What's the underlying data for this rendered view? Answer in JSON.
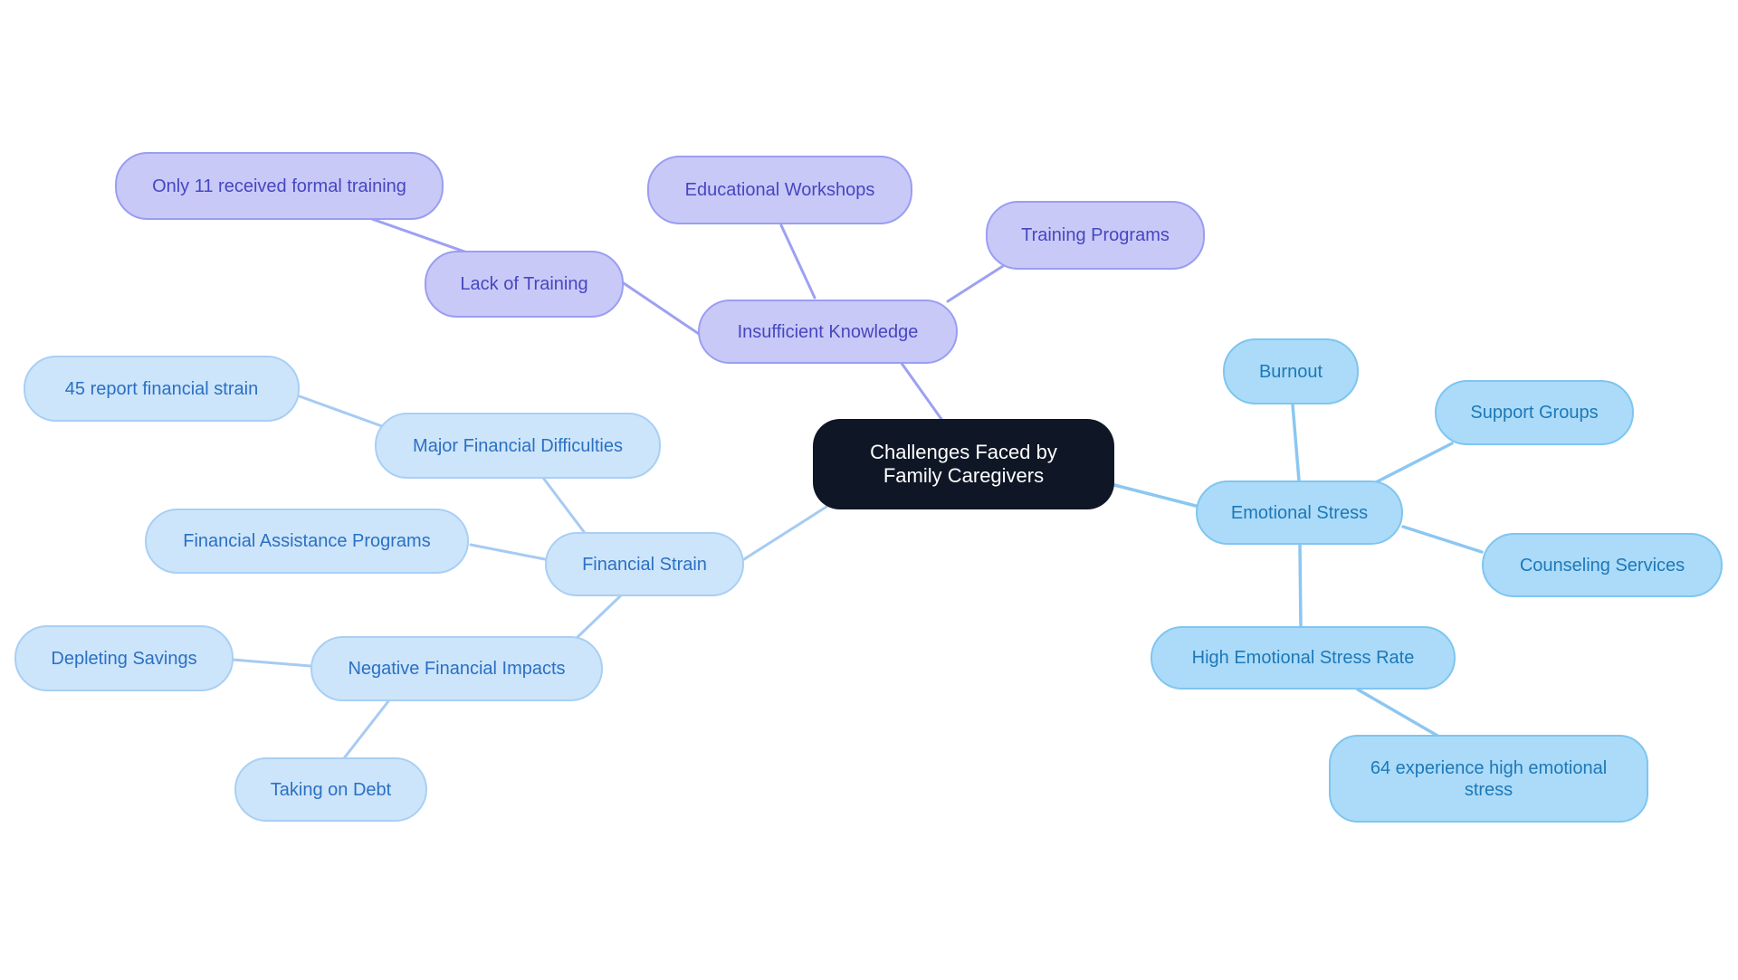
{
  "page": {
    "background": "#ffffff"
  },
  "colors": {
    "root_bg": "#0f1726",
    "root_text": "#ffffff",
    "knowledge_fill": "#c9c9f8",
    "knowledge_border": "#9a9ef1",
    "knowledge_text": "#4547c0",
    "financial_fill": "#cde5fa",
    "financial_border": "#a9cff4",
    "financial_text": "#2b70c4",
    "emotional_fill": "#abdbf8",
    "emotional_border": "#7fc5f0",
    "emotional_text": "#1e78b8",
    "edge_knowledge": "#9da1f2",
    "edge_financial": "#a6cbf2",
    "edge_emotional": "#8cc7f1"
  },
  "nodes": {
    "root": {
      "label": "Challenges Faced by Family Caregivers"
    },
    "insufficient_knowledge": {
      "label": "Insufficient Knowledge"
    },
    "lack_of_training": {
      "label": "Lack of Training"
    },
    "only_11": {
      "label": "Only 11 received formal training"
    },
    "educational_workshops": {
      "label": "Educational Workshops"
    },
    "training_programs": {
      "label": "Training Programs"
    },
    "financial_strain": {
      "label": "Financial Strain"
    },
    "major_financial_difficulties": {
      "label": "Major Financial Difficulties"
    },
    "report_45": {
      "label": "45 report financial strain"
    },
    "financial_assistance_programs": {
      "label": "Financial Assistance Programs"
    },
    "negative_financial_impacts": {
      "label": "Negative Financial Impacts"
    },
    "depleting_savings": {
      "label": "Depleting Savings"
    },
    "taking_on_debt": {
      "label": "Taking on Debt"
    },
    "emotional_stress": {
      "label": "Emotional Stress"
    },
    "burnout": {
      "label": "Burnout"
    },
    "support_groups": {
      "label": "Support Groups"
    },
    "counseling_services": {
      "label": "Counseling Services"
    },
    "high_emotional_stress_rate": {
      "label": "High Emotional Stress Rate"
    },
    "experience_64": {
      "label": "64 experience high emotional stress"
    }
  },
  "hierarchy": {
    "root": "Challenges Faced by Family Caregivers",
    "branches": [
      {
        "label": "Insufficient Knowledge",
        "color_family": "knowledge",
        "children": [
          {
            "label": "Lack of Training",
            "children": [
              {
                "label": "Only 11 received formal training"
              }
            ]
          },
          {
            "label": "Educational Workshops"
          },
          {
            "label": "Training Programs"
          }
        ]
      },
      {
        "label": "Financial Strain",
        "color_family": "financial",
        "children": [
          {
            "label": "Major Financial Difficulties",
            "children": [
              {
                "label": "45 report financial strain"
              }
            ]
          },
          {
            "label": "Financial Assistance Programs"
          },
          {
            "label": "Negative Financial Impacts",
            "children": [
              {
                "label": "Depleting Savings"
              },
              {
                "label": "Taking on Debt"
              }
            ]
          }
        ]
      },
      {
        "label": "Emotional Stress",
        "color_family": "emotional",
        "children": [
          {
            "label": "Burnout"
          },
          {
            "label": "Support Groups"
          },
          {
            "label": "Counseling Services"
          },
          {
            "label": "High Emotional Stress Rate",
            "children": [
              {
                "label": "64 experience high emotional stress"
              }
            ]
          }
        ]
      }
    ]
  }
}
